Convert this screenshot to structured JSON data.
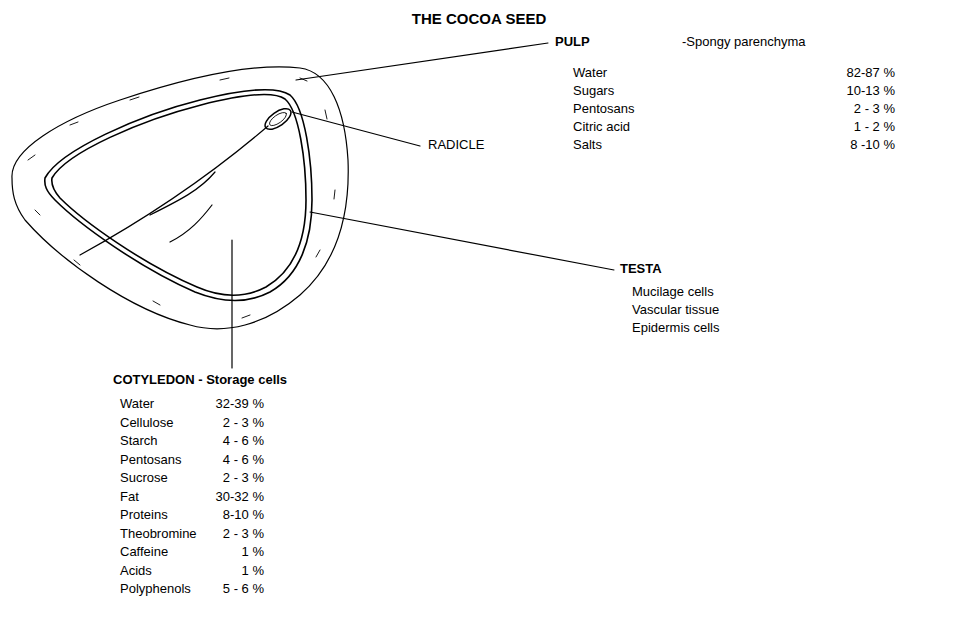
{
  "diagram": {
    "title": "THE COCOA SEED",
    "labels": [
      "PULP",
      "-Spongy parenchyma",
      "Water",
      "82-87 %",
      "Sugars",
      "10-13 %",
      "Pentosans",
      "2 - 3 %",
      "Citric acid",
      "1 - 2 %",
      "Salts",
      "8 -10 %",
      "RADICLE",
      "TESTA",
      "Mucilage cells",
      "Vascular tissue",
      "Epidermis cells",
      "COTYLEDON - Storage cells",
      "Water",
      "32-39 %",
      "Cellulose",
      "2 - 3 %",
      "Starch",
      "4 - 6 %",
      "Pentosans",
      "4 - 6 %",
      "Sucrose",
      "2 - 3 %",
      "Fat",
      "30-32 %",
      "Proteins",
      "8-10 %",
      "Theobromine",
      "2 - 3 %",
      "Caffeine",
      "1 %",
      "Acids",
      "1 %",
      "Polyphenols",
      "5 - 6 %"
    ]
  }
}
